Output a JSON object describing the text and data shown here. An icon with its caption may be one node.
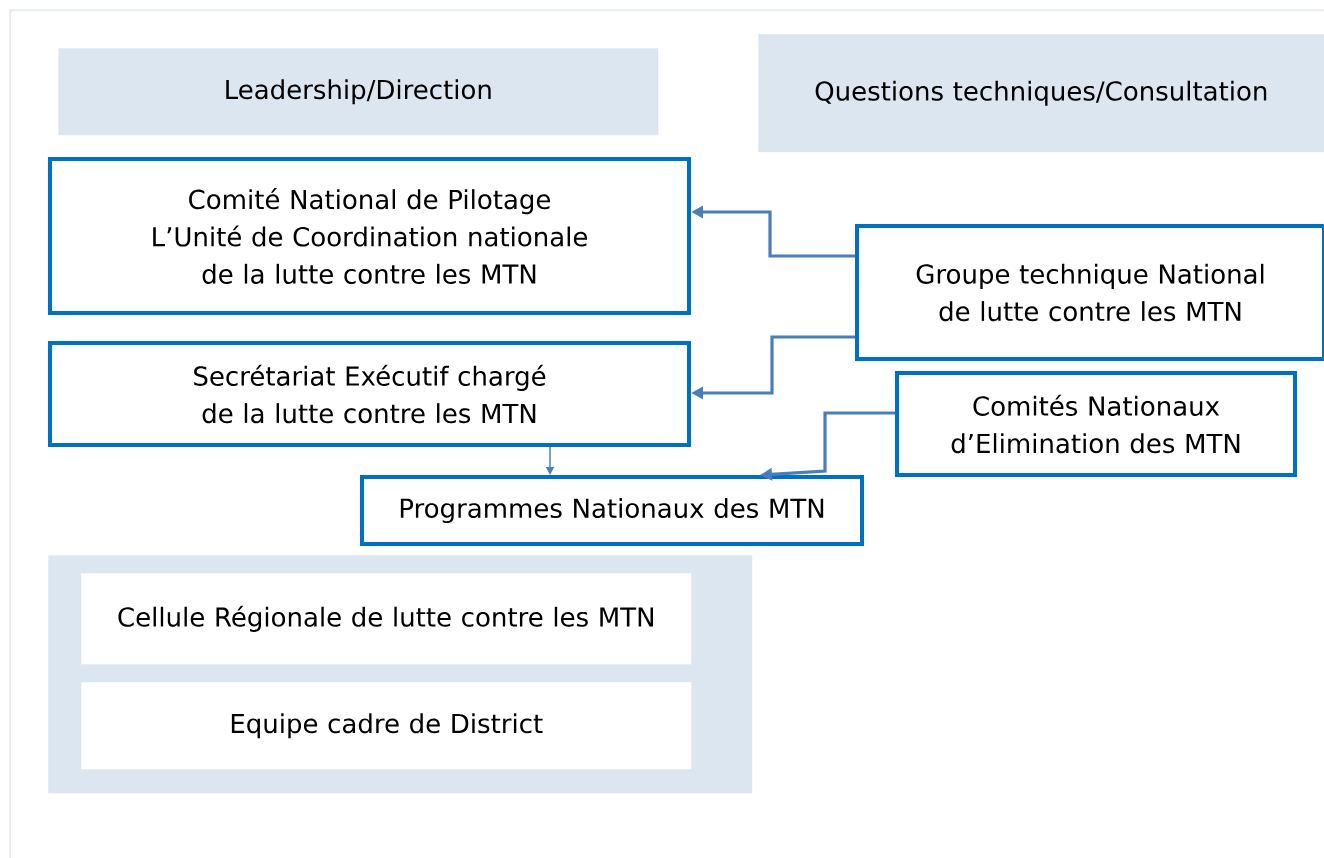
{
  "diagram": {
    "nodes": [
      {
        "text": [
          "Leadership/Direction"
        ]
      },
      {
        "text": [
          "Questions techniques/Consultation"
        ]
      },
      {
        "text": [
          "Comité National de Pilotage",
          "L’Unité de Coordination nationale de la lutte contre les MTN"
        ]
      },
      {
        "text": [
          "Secrétariat Exécutif chargé de la lutte contre les MTN"
        ]
      },
      {
        "text": [
          "Groupe technique National de lutte contre les MTN"
        ]
      },
      {
        "text": [
          "Comités Nationaux d’Elimination des MTN"
        ]
      },
      {
        "text": [
          "Programmes Nationaux des MTN"
        ]
      },
      {
        "text": [],
        "shape": "box"
      },
      {
        "text": [
          "Cellule Régionale de lutte contre les MTN"
        ],
        "in": 7
      },
      {
        "text": [
          "Equipe cadre de District"
        ],
        "in": 7
      }
    ],
    "edges": [
      {
        "from": 4,
        "to": 2,
        "arrow": "to"
      },
      {
        "from": 4,
        "to": 3,
        "arrow": "to"
      },
      {
        "from": 3,
        "to": 6,
        "arrow": "to"
      },
      {
        "from": 5,
        "to": 6,
        "arrow": "to"
      }
    ]
  }
}
